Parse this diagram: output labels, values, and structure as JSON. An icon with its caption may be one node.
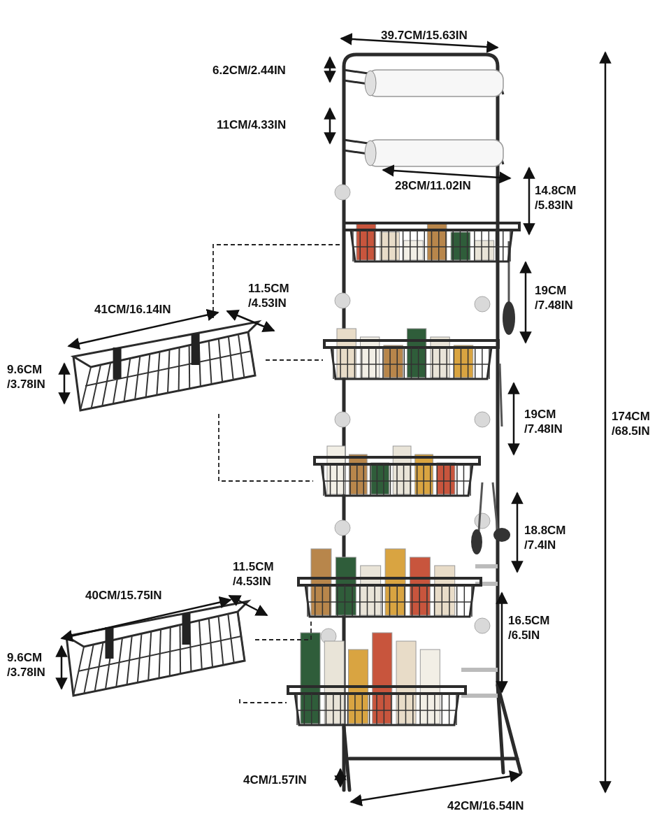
{
  "diagram": {
    "nodes": [
      {
        "text": [],
        "shape": "picture"
      },
      {
        "text": [],
        "shape": "picture"
      },
      {
        "text": [],
        "shape": "picture"
      },
      {
        "text": [],
        "shape": "picture"
      },
      {
        "text": [],
        "shape": "picture"
      },
      {
        "text": [],
        "shape": "picture"
      },
      {
        "text": [],
        "shape": "picture"
      }
    ],
    "edges": [
      {
        "from": 5,
        "to": 0,
        "arrow": "none",
        "style": "dashed"
      },
      {
        "from": 5,
        "to": 1,
        "arrow": "none",
        "style": "dashed"
      },
      {
        "from": 5,
        "to": 2,
        "arrow": "none",
        "style": "dashed"
      },
      {
        "from": 6,
        "to": 3,
        "arrow": "none",
        "style": "dashed"
      },
      {
        "from": 6,
        "to": 4,
        "arrow": "none",
        "style": "dashed"
      }
    ],
    "labels": [
      "39.7CM/15.63IN",
      "6.2CM/2.44IN",
      "11CM/4.33IN",
      "28CM/11.02IN",
      "14.8CM /5.83IN",
      "11.5CM /4.53IN",
      "19CM /7.48IN",
      "41CM/16.14IN",
      "9.6CM /3.78IN",
      "19CM /7.48IN",
      "174CM /68.5IN",
      "18.8CM /7.4IN",
      "11.5CM /4.53IN",
      "40CM/15.75IN",
      "16.5CM /6.5IN",
      "9.6CM /3.78IN",
      "4CM/1.57IN",
      "42CM/16.54IN"
    ]
  }
}
